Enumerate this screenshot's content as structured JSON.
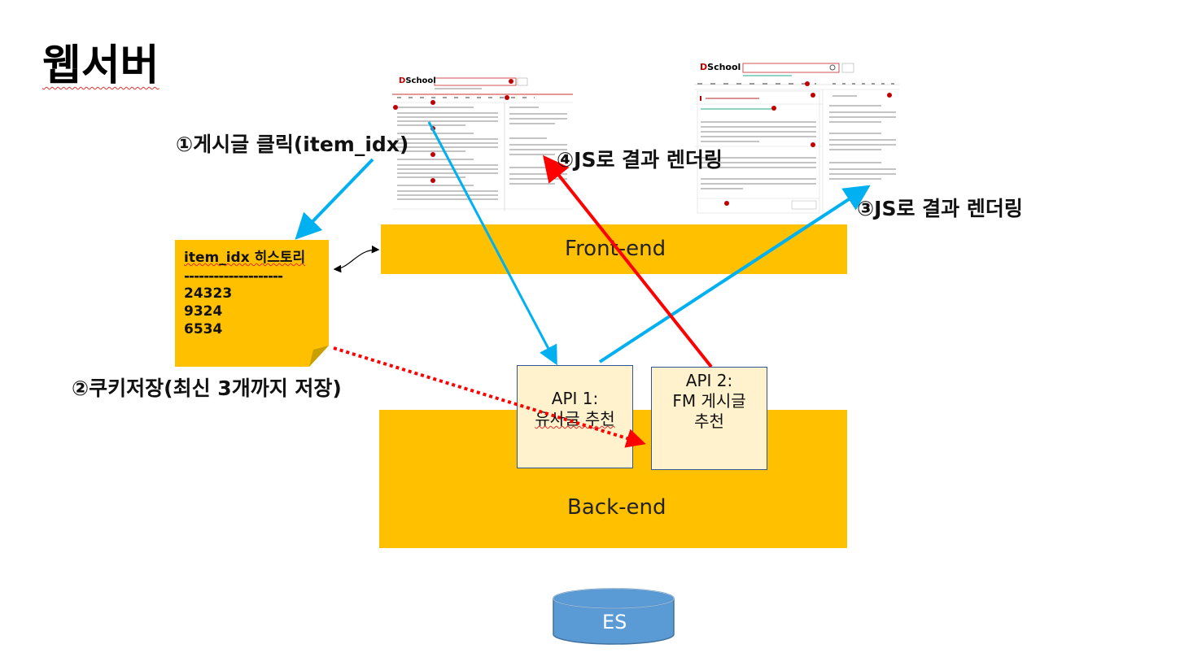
{
  "title": "웹서버",
  "frontend": {
    "label": "Front-end"
  },
  "backend": {
    "label": "Back-end"
  },
  "history_note": {
    "header": "item_idx 히스토리",
    "divider": "--------------------",
    "items": [
      "24323",
      "9324",
      "6534"
    ]
  },
  "api1": {
    "line1": "API 1:",
    "line2": "유사글 추천"
  },
  "api2": {
    "line1": "API 2:",
    "line2": "FM 게시글",
    "line3": "추천"
  },
  "steps": {
    "s1": "①게시글 클릭(item_idx)",
    "s2": "②쿠키저장(최신 3개까지 저장)",
    "s3": "③JS로 결과 렌더링",
    "s4": "④JS로 결과 렌더링"
  },
  "database": {
    "label": "ES"
  },
  "screenshots": {
    "logo_prefix": "D",
    "logo_rest": "School"
  },
  "colors": {
    "bar": "#ffc000",
    "api_fill": "#fff2cc",
    "arrow_blue": "#00b0f0",
    "arrow_red": "#ff0000",
    "db_fill": "#5b9bd5"
  }
}
